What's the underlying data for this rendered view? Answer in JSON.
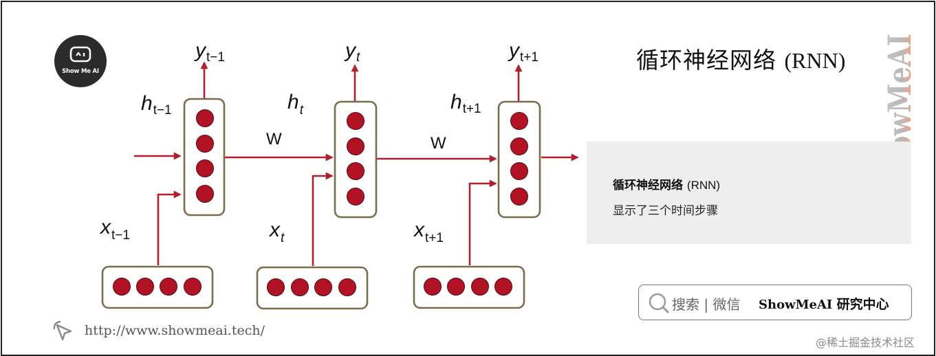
{
  "logo": {
    "text": "Show Me AI",
    "icon": "robot-face-icon"
  },
  "title": {
    "cn": "循环神经网络",
    "en": "(RNN)"
  },
  "vertical_brand": "ShowMeAI",
  "diagram": {
    "outputs": [
      {
        "base": "y",
        "sub": "t−1"
      },
      {
        "base": "y",
        "sub": "t"
      },
      {
        "base": "y",
        "sub": "t+1"
      }
    ],
    "hidden": [
      {
        "base": "h",
        "sub": "t−1"
      },
      {
        "base": "h",
        "sub": "t"
      },
      {
        "base": "h",
        "sub": "t+1"
      }
    ],
    "inputs": [
      {
        "base": "x",
        "sub": "t−1"
      },
      {
        "base": "x",
        "sub": "t"
      },
      {
        "base": "x",
        "sub": "t+1"
      }
    ],
    "weights": [
      "W",
      "W"
    ],
    "colors": {
      "node": "#b11224",
      "arrow": "#b11f2c",
      "box_border": "#7d6a4c"
    }
  },
  "note": {
    "title_cn": "循环神经网络",
    "title_en": "(RNN)",
    "subtitle": "显示了三个时间步骤"
  },
  "search": {
    "hint": "搜索 | 微信",
    "brand_en": "ShowMeAI",
    "brand_cn": "研究中心"
  },
  "url": "http://www.showmeai.tech/",
  "watermark": "@稀土掘金技术社区"
}
